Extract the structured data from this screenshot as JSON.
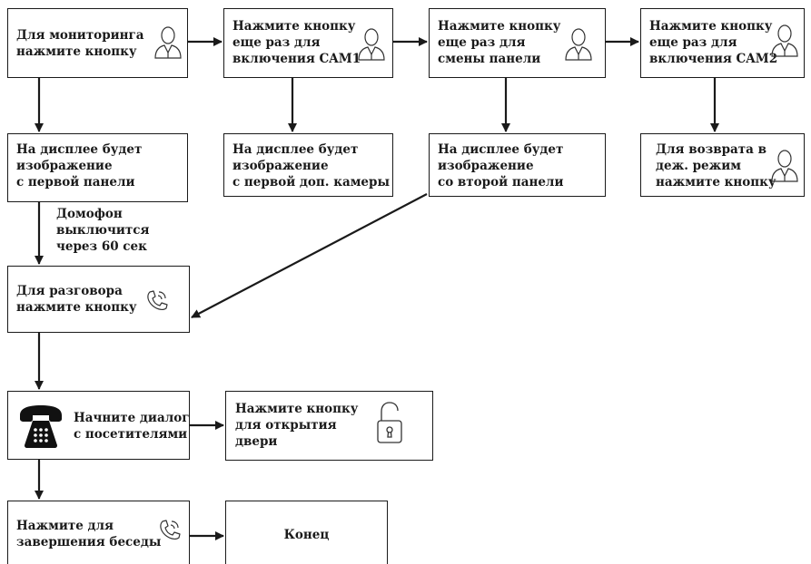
{
  "nodes": {
    "monitor": [
      "Для мониторинга",
      "нажмите кнопку"
    ],
    "cam1": [
      "Нажмите кнопку",
      "еще раз для",
      "включения CAM1"
    ],
    "switch_panel": [
      "Нажмите кнопку",
      "еще раз для",
      "смены панели"
    ],
    "cam2": [
      "Нажмите кнопку",
      "еще раз для",
      "включения CAM2"
    ],
    "display_first_panel": [
      "На дисплее будет",
      "изображение",
      "с первой панели"
    ],
    "display_first_cam": [
      "На дисплее будет",
      "изображение",
      "с первой доп. камеры"
    ],
    "display_second_panel": [
      "На дисплее будет",
      "изображение",
      "со второй панели"
    ],
    "return_standby": [
      "Для возврата в",
      "деж. режим",
      "нажмите кнопку"
    ],
    "talk": [
      "Для разговора",
      "нажмите кнопку"
    ],
    "dialog": [
      "Начните диалог",
      "с посетителями"
    ],
    "open_door": [
      "Нажмите кнопку",
      "для открытия",
      "двери"
    ],
    "end_call": [
      "Нажмите для",
      "завершения беседы"
    ],
    "end": [
      "Конец"
    ]
  },
  "notes": {
    "timeout": [
      "Домофон",
      "выключится",
      "через 60 сек"
    ]
  },
  "icons": {
    "person": "person-icon",
    "handset": "handset-icon",
    "desk_phone": "desk-phone-icon",
    "padlock": "padlock-icon"
  },
  "colors": {
    "line": "#1a1a1a",
    "background": "#ffffff"
  }
}
